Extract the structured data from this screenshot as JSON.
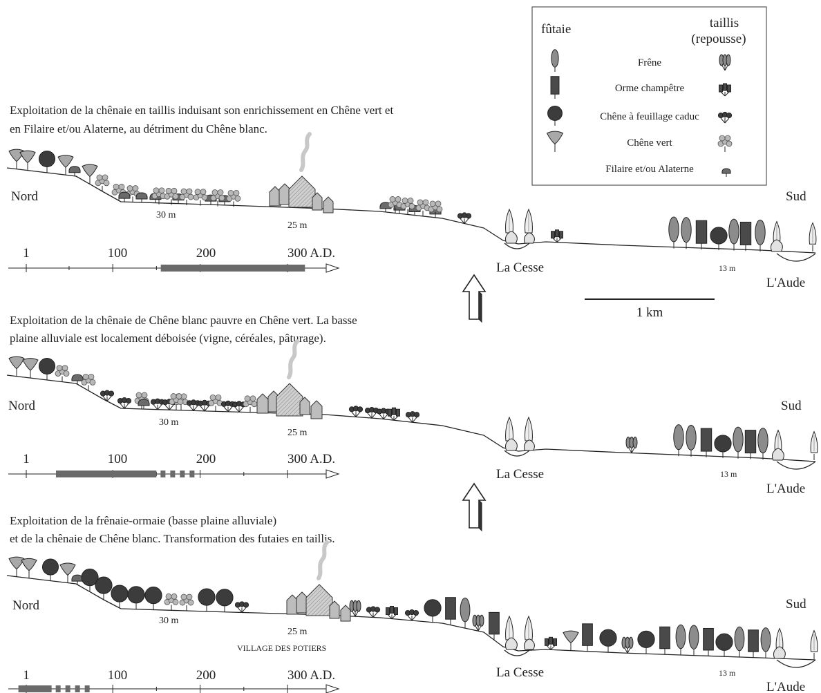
{
  "legend": {
    "col_futaie": "fûtaie",
    "col_taillis_1": "taillis",
    "col_taillis_2": "(repousse)",
    "items": [
      {
        "key": "frene",
        "label": "Frêne"
      },
      {
        "key": "orme",
        "label": "Orme champêtre"
      },
      {
        "key": "chene_caduc",
        "label": "Chêne à feuillage caduc"
      },
      {
        "key": "chene_vert",
        "label": "Chêne vert"
      },
      {
        "key": "filaire",
        "label": "Filaire et/ou Alaterne"
      }
    ]
  },
  "scale_bar": {
    "label": "1 km"
  },
  "colors": {
    "frene": "#8c8c8c",
    "orme": "#4a4a4a",
    "chene_caduc": "#3c3c3c",
    "chene_vert": "#a8a8a8",
    "filaire": "#6a6a6a",
    "taillis_light": "#b8b8b8",
    "line": "#222222"
  },
  "panels": [
    {
      "caption_1": "Exploitation de la chênaie en taillis induisant son enrichissement en Chêne vert et",
      "caption_2": "en Filaire et/ou Alaterne, au détriment du Chêne blanc.",
      "north": "Nord",
      "south": "Sud",
      "alt_30": "30 m",
      "alt_25": "25 m",
      "alt_13": "13 m",
      "river_1": "La Cesse",
      "river_2": "L'Aude",
      "timeline": {
        "t1": "1",
        "t100": "100",
        "t200": "200",
        "t300": "300 A.D.",
        "occupation_start": 155,
        "occupation_end": 320
      }
    },
    {
      "caption_1": "Exploitation de la chênaie de Chêne blanc pauvre en Chêne vert. La basse",
      "caption_2": "plaine alluviale est localement déboisée (vigne, céréales, pâturage).",
      "north": "Nord",
      "south": "Sud",
      "alt_30": "30 m",
      "alt_25": "25 m",
      "alt_13": "13 m",
      "river_1": "La Cesse",
      "river_2": "L'Aude",
      "timeline": {
        "t1": "1",
        "t100": "100",
        "t200": "200",
        "t300": "300 A.D.",
        "occupation_start": 35,
        "occupation_end": 150
      }
    },
    {
      "caption_1": "Exploitation de la frênaie-ormaie (basse plaine alluviale)",
      "caption_2": "et de la chênaie de Chêne blanc. Transformation des futaies en taillis.",
      "north": "Nord",
      "south": "Sud",
      "alt_30": "30 m",
      "alt_25": "25 m",
      "alt_13": "13 m",
      "village": "VILLAGE DES POTIERS",
      "river_1": "La Cesse",
      "river_2": "L'Aude",
      "timeline": {
        "t1": "1",
        "t100": "100",
        "t200": "200",
        "t300": "300 A.D.",
        "occupation_start": -8,
        "occupation_end": 30
      }
    }
  ]
}
